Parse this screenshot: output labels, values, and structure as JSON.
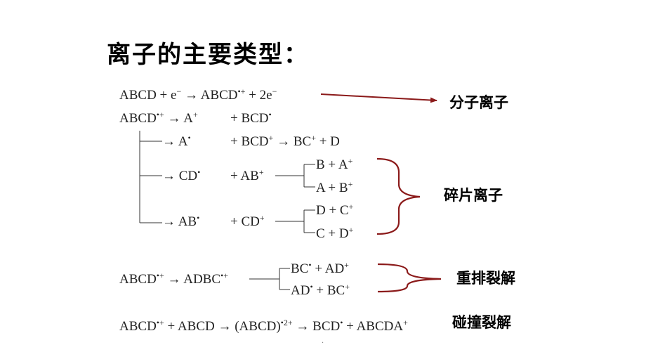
{
  "title": "离子的主要类型：",
  "colors": {
    "annotation": "#8b1a1a",
    "text": "#222222"
  },
  "equations": [
    {
      "id": "eq1",
      "parts": [
        "ABCD + e",
        "−",
        " → ABCD",
        "•+",
        " + 2e",
        "−"
      ]
    },
    {
      "id": "eq2a",
      "parts": [
        "ABCD",
        "•+",
        " → A",
        "+"
      ]
    },
    {
      "id": "eq2b",
      "parts": [
        "+ BCD",
        "•"
      ]
    },
    {
      "id": "eq3a",
      "parts": [
        "→ A",
        "•"
      ]
    },
    {
      "id": "eq3b",
      "parts": [
        "+ BCD",
        "+",
        " → BC",
        "+",
        " + D"
      ]
    },
    {
      "id": "eq4a",
      "parts": [
        "→ CD",
        "•"
      ]
    },
    {
      "id": "eq4b",
      "parts": [
        "+ AB",
        "+"
      ]
    },
    {
      "id": "eq4c",
      "parts": [
        "B + A",
        "+"
      ]
    },
    {
      "id": "eq4d",
      "parts": [
        "A + B",
        "+"
      ]
    },
    {
      "id": "eq5a",
      "parts": [
        "→ AB",
        "•"
      ]
    },
    {
      "id": "eq5b",
      "parts": [
        "+ CD",
        "+"
      ]
    },
    {
      "id": "eq5c",
      "parts": [
        "D + C",
        "+"
      ]
    },
    {
      "id": "eq5d",
      "parts": [
        "C + D",
        "+"
      ]
    },
    {
      "id": "eq6a",
      "parts": [
        "ABCD",
        "•+",
        " → ADBC",
        "•+"
      ]
    },
    {
      "id": "eq6b",
      "parts": [
        "BC",
        "•",
        " + AD",
        "+"
      ]
    },
    {
      "id": "eq6c",
      "parts": [
        "AD",
        "•",
        " + BC",
        "+"
      ]
    },
    {
      "id": "eq7",
      "parts": [
        "ABCD",
        "•+",
        " + ABCD → (ABCD)",
        "•2+",
        " → BCD",
        "•",
        " + ABCDA",
        "+"
      ]
    }
  ],
  "labels": {
    "molecular_ion": "分子离子",
    "fragment_ion": "碎片离子",
    "rearrangement": "重排裂解",
    "collision": "碰撞裂解"
  },
  "footer_mark": "."
}
